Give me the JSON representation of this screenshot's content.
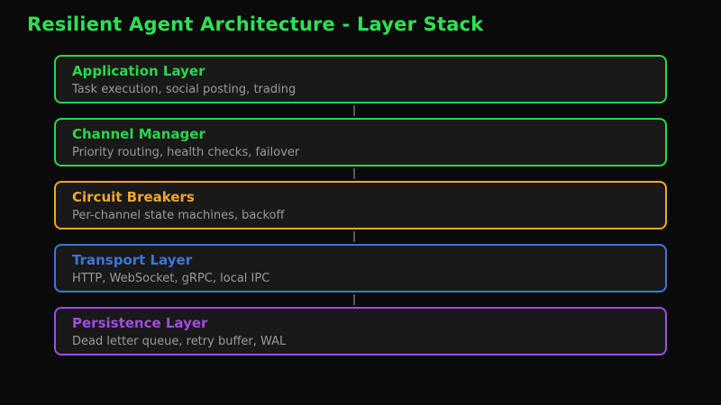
{
  "title": "Resilient Agent Architecture - Layer Stack",
  "colors": {
    "background": "#0a0a0a",
    "box_background": "#191919",
    "title_accent": "#2ee055",
    "subtitle_gray": "#9a9a9a",
    "connector_gray": "#5a5a5a"
  },
  "layers": [
    {
      "name": "Application Layer",
      "desc": "Task execution, social posting, trading",
      "color": "#2dd44e"
    },
    {
      "name": "Channel Manager",
      "desc": "Priority routing, health checks, failover",
      "color": "#2dd44e"
    },
    {
      "name": "Circuit Breakers",
      "desc": "Per-channel state machines, backoff",
      "color": "#f0a82a"
    },
    {
      "name": "Transport Layer",
      "desc": "HTTP, WebSocket, gRPC, local IPC",
      "color": "#3d77d8"
    },
    {
      "name": "Persistence Layer",
      "desc": "Dead letter queue, retry buffer, WAL",
      "color": "#a24be0"
    }
  ]
}
